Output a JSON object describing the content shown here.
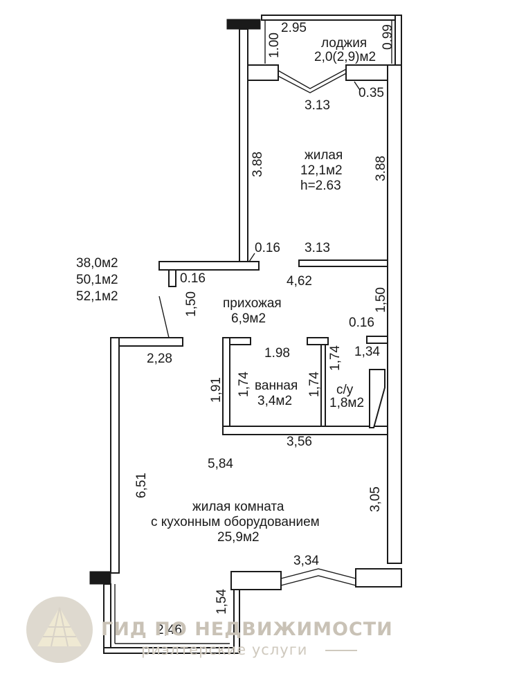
{
  "totals": {
    "line1": "38,0м2",
    "line2": "50,1м2",
    "line3": "52,1м2"
  },
  "rooms": {
    "loggia": {
      "name": "лоджия",
      "area": "2,0(2,9)м2"
    },
    "bedroom": {
      "name": "жилая",
      "area": "12,1м2",
      "height": "h=2.63"
    },
    "hallway": {
      "name": "прихожая",
      "area": "6,9м2"
    },
    "bathroom": {
      "name": "ванная",
      "area": "3,4м2"
    },
    "wc": {
      "name": "с/у",
      "area": "1,8м2"
    },
    "living": {
      "name_line1": "жилая комната",
      "name_line2": "с кухонным оборудованием",
      "area": "25,9м2"
    }
  },
  "dimensions": {
    "loggia_width": "2.95",
    "loggia_left_depth": "1.00",
    "loggia_right_depth": "0.99",
    "bedroom_window": "3.13",
    "bedroom_pier": "0.35",
    "bedroom_left": "3.88",
    "bedroom_right": "3.88",
    "bedroom_bottom": "3.13",
    "bedroom_wall": "0.16",
    "hall_niche_wall": "0.16",
    "hall_length": "4,62",
    "hall_niche": "1,50",
    "hall_right": "1,50",
    "wc_wall": "0.16",
    "wc_width": "1,34",
    "living_top_left": "2,28",
    "bath_width": "1.98",
    "bath_depth_left": "1,74",
    "bath_depth_right": "1,74",
    "wc_depth": "1,74",
    "bath_outer": "1,91",
    "bath_bottom": "3,56",
    "living_width": "5,84",
    "living_left": "6,51",
    "living_right": "3,05",
    "living_window": "3,34",
    "balcony_depth": "1,54",
    "balcony_width": "2,46"
  },
  "watermark": {
    "title": "ГИД ПО НЕДВИЖИМОСТИ",
    "subtitle": "риэлтерские услуги"
  },
  "colors": {
    "ink": "#1a1a1a",
    "watermark": "#c9c2b6"
  }
}
